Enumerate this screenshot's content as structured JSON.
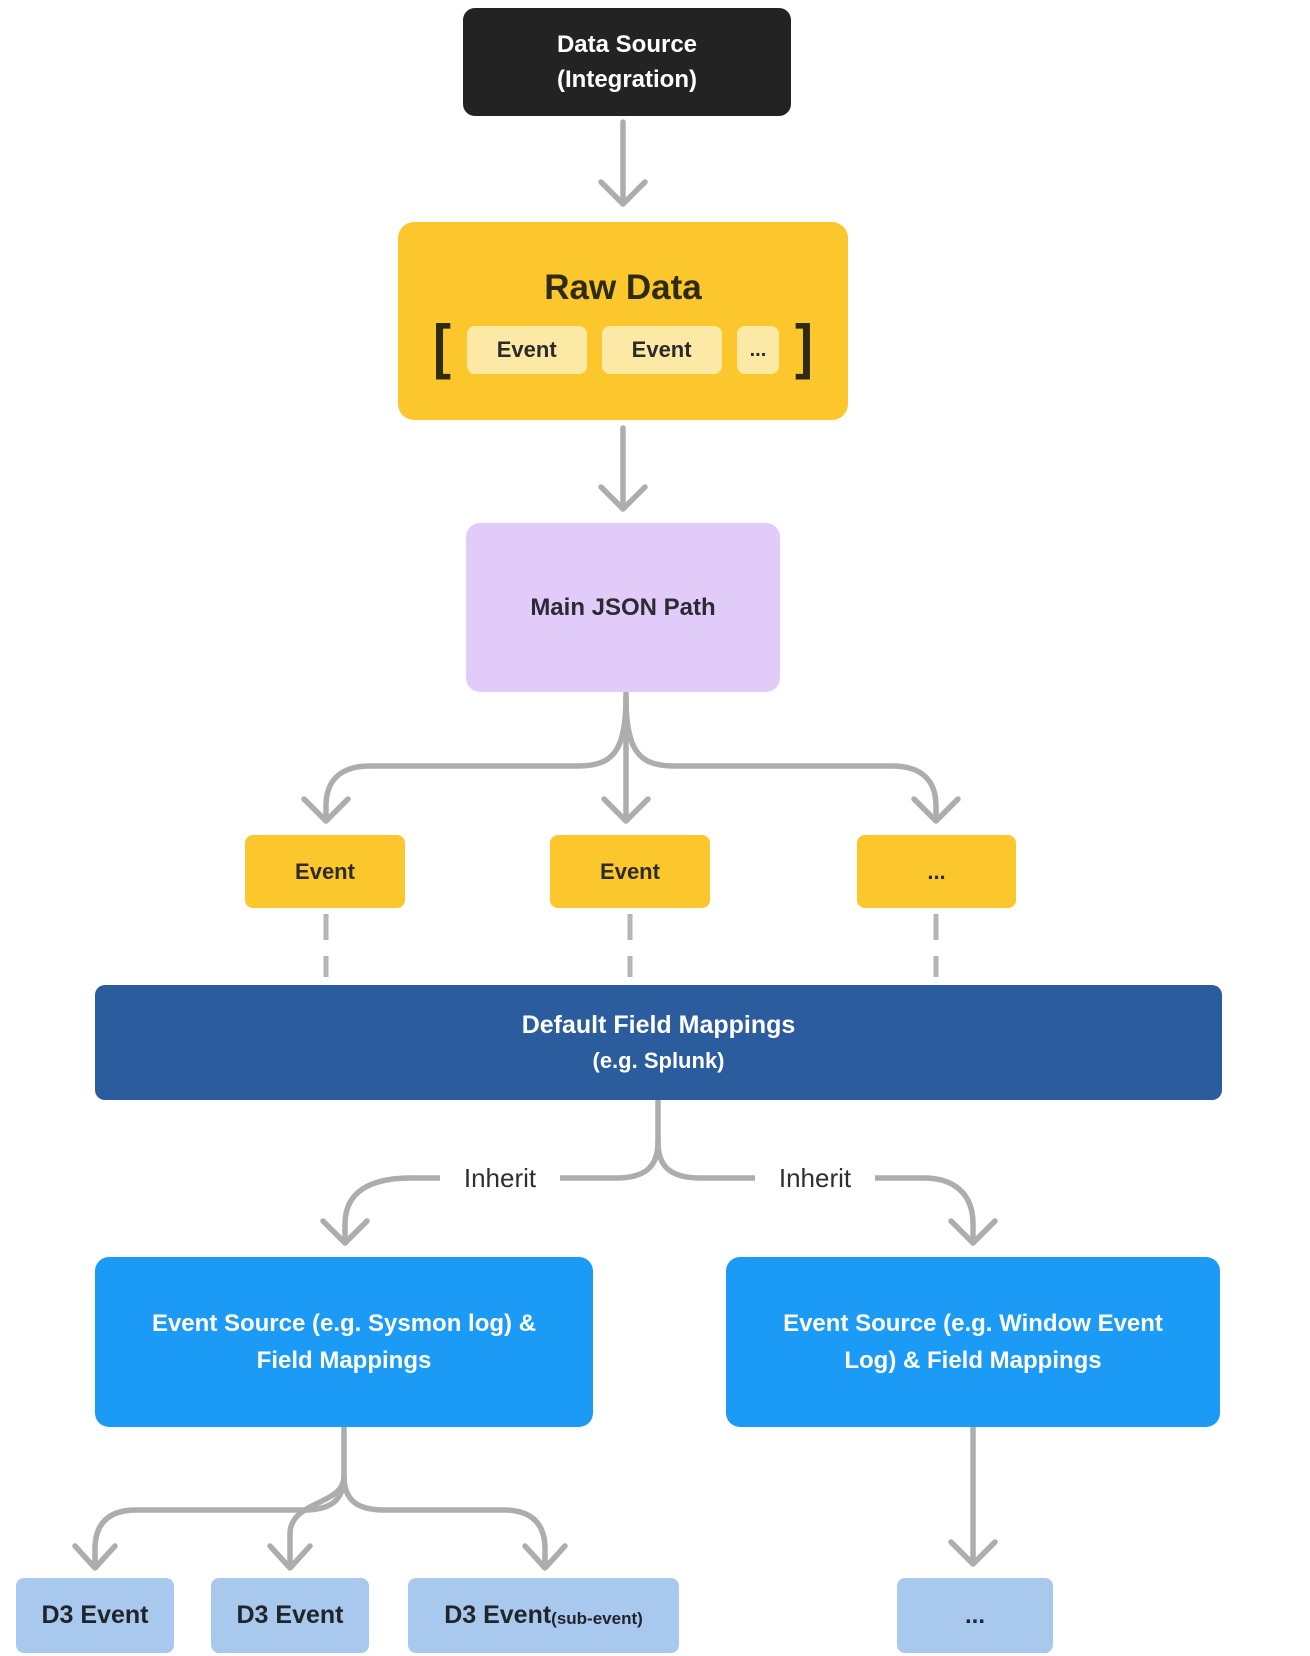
{
  "diagram": {
    "data_source": {
      "line1": "Data Source",
      "line2": "(Integration)"
    },
    "raw_data": {
      "title": "Raw Data",
      "bracket_open": "[",
      "bracket_close": "]",
      "items": [
        "Event",
        "Event",
        "..."
      ]
    },
    "main_json_path": {
      "label": "Main JSON Path"
    },
    "event_nodes": [
      "Event",
      "Event",
      "..."
    ],
    "default_field_mappings": {
      "line1": "Default Field Mappings",
      "line2": "(e.g. Splunk)"
    },
    "inherit": {
      "left_label": "Inherit",
      "right_label": "Inherit"
    },
    "event_source_sysmon": {
      "line1": "Event Source (e.g. Sysmon log) &",
      "line2": "Field Mappings"
    },
    "event_source_window": {
      "line1": "Event Source (e.g. Window Event",
      "line2": "Log) & Field Mappings"
    },
    "d3_events": {
      "first": "D3 Event",
      "second": "D3 Event",
      "third_main": "D3 Event",
      "third_suffix": "(sub-event)",
      "ellipsis": "..."
    },
    "colors": {
      "data_source_bg": "#232323",
      "raw_data_bg": "#FBC72D",
      "event_chip_bg": "#FCE9A6",
      "main_json_path_bg": "#E1CBF8",
      "default_mappings_bg": "#2B5C9D",
      "event_source_bg": "#1B9BF6",
      "d3_event_bg": "#A9C8ED",
      "connector": "#ADADAD"
    }
  }
}
